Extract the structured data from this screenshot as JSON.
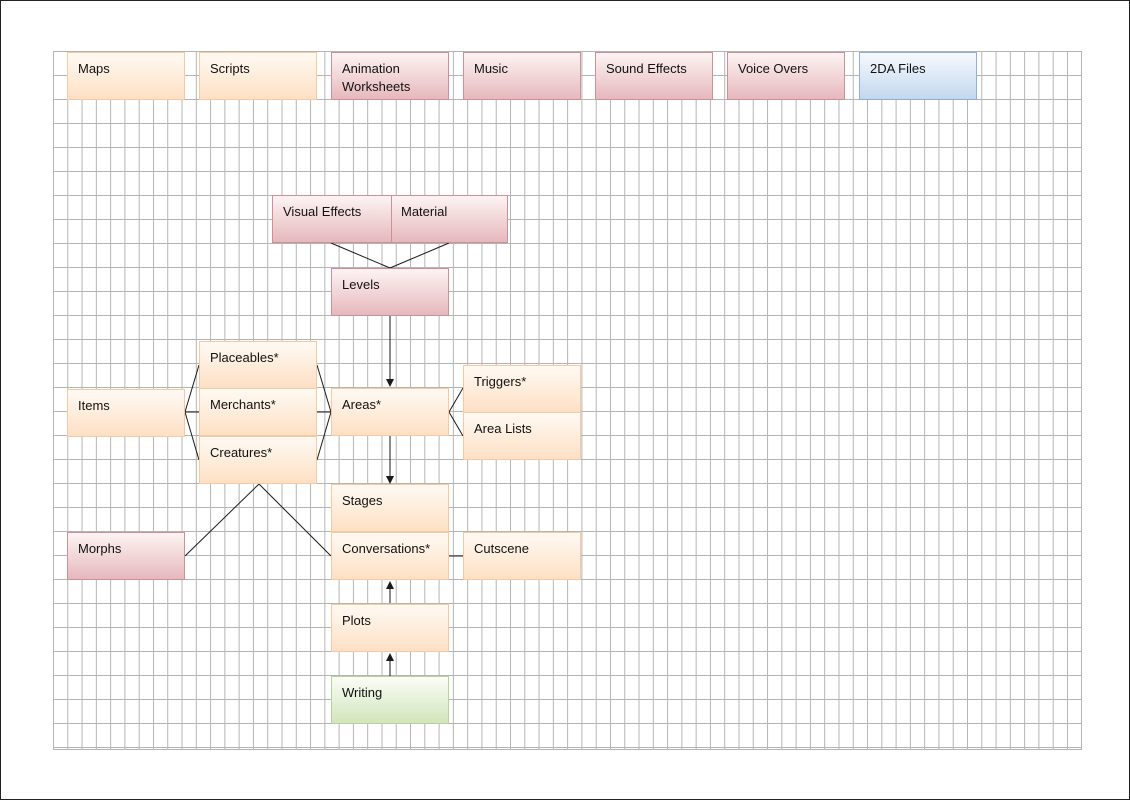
{
  "top_row": {
    "maps": "Maps",
    "scripts": "Scripts",
    "animation_worksheets": "Animation Worksheets",
    "music": "Music",
    "sound_effects": "Sound Effects",
    "voice_overs": "Voice Overs",
    "twoda_files": "2DA Files"
  },
  "flow": {
    "visual_effects": "Visual Effects",
    "material": "Material",
    "levels": "Levels",
    "placeables": "Placeables*",
    "merchants": "Merchants*",
    "creatures": "Creatures*",
    "items": "Items",
    "areas": "Areas*",
    "triggers": "Triggers*",
    "area_lists": "Area Lists",
    "stages": "Stages",
    "conversations": "Conversations*",
    "cutscene": "Cutscene",
    "morphs": "Morphs",
    "plots": "Plots",
    "writing": "Writing"
  },
  "colors": {
    "orange_box": "#fde0c4",
    "pink_box": "#e6b8bc",
    "blue_box": "#c2d7ee",
    "green_box": "#d2e5bc",
    "grid_line": "#b4b4b4",
    "connector": "#1a1a1a"
  }
}
